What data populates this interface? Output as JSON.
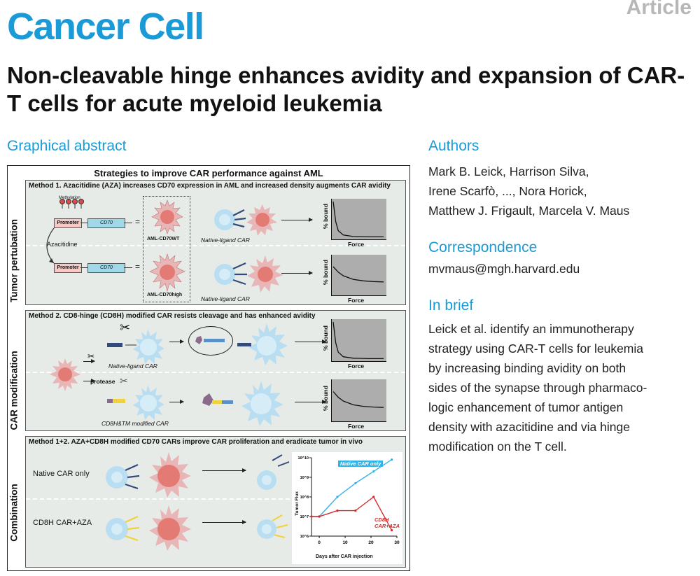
{
  "header": {
    "journal": "Cancer Cell",
    "article_type": "Article",
    "title": "Non-cleavable hinge enhances avidity and expansion of CAR-T cells for acute myeloid leukemia"
  },
  "sections": {
    "graphical_abstract": "Graphical abstract",
    "authors": "Authors",
    "authors_lines": [
      "Mark B. Leick, Harrison Silva,",
      "Irene Scarfò, ..., Nora Horick,",
      "Matthew J. Frigault, Marcela V. Maus"
    ],
    "correspondence": "Correspondence",
    "email": "mvmaus@mgh.harvard.edu",
    "in_brief": "In brief",
    "in_brief_lines": [
      "Leick et al. identify an immunotherapy",
      "strategy using CAR-T cells for leukemia",
      "by increasing binding avidity on both",
      "sides of the synapse through pharmaco-",
      "logic enhancement of tumor antigen",
      "density with azacitidine and via hinge",
      "modification on the T cell."
    ]
  },
  "abstract": {
    "title": "Strategies to improve CAR performance against AML",
    "row_labels": {
      "tumor": "Tumor pertubation",
      "car": "CAR modification",
      "combo": "Combination"
    },
    "method1": {
      "title": "Method 1. Azacitidine (AZA) increases CD70 expression in AML and increased density augments CAR avidity",
      "methylation": "Methylation",
      "promoter": "Promoter",
      "gene": "CD70",
      "drug": "Azacitidine",
      "wt_label": "AML-CD70WT",
      "high_label": "AML-CD70high",
      "car_label": "Native-ligand CAR"
    },
    "method2": {
      "title": "Method 2. CD8-hinge (CD8H) modified CAR resists cleavage and has enhanced avidity",
      "protease": "protease",
      "native_label": "Native-ligand CAR",
      "cd8h_label": "CD8H&TM modified CAR"
    },
    "method3": {
      "title": "Method 1+2. AZA+CD8H modified CD70 CARs improve CAR proliferation and eradicate tumor in vivo",
      "native_only": "Native CAR only",
      "cd8h_aza": "CD8H CAR+AZA"
    },
    "plot_labels": {
      "y": "% bound",
      "x": "Force"
    }
  },
  "chart_data": [
    {
      "type": "line",
      "title": "",
      "xlabel": "Force",
      "ylabel": "% bound",
      "series": [
        {
          "name": "",
          "x": [
            0,
            0.05,
            0.1,
            0.2,
            0.4,
            0.7,
            1.0
          ],
          "values": [
            1.0,
            0.45,
            0.2,
            0.08,
            0.04,
            0.03,
            0.03
          ]
        }
      ],
      "grid": false
    },
    {
      "type": "line",
      "title": "",
      "xlabel": "Force",
      "ylabel": "% bound",
      "series": [
        {
          "name": "",
          "x": [
            0,
            0.1,
            0.2,
            0.4,
            0.6,
            0.8,
            1.0
          ],
          "values": [
            0.75,
            0.6,
            0.5,
            0.4,
            0.36,
            0.34,
            0.33
          ]
        }
      ],
      "grid": false
    },
    {
      "type": "line",
      "title": "",
      "xlabel": "Force",
      "ylabel": "% bound",
      "series": [
        {
          "name": "",
          "x": [
            0,
            0.05,
            0.1,
            0.2,
            0.4,
            0.7,
            1.0
          ],
          "values": [
            1.0,
            0.45,
            0.2,
            0.08,
            0.04,
            0.03,
            0.03
          ]
        }
      ],
      "grid": false
    },
    {
      "type": "line",
      "title": "",
      "xlabel": "Force",
      "ylabel": "% bound",
      "series": [
        {
          "name": "",
          "x": [
            0,
            0.1,
            0.2,
            0.4,
            0.6,
            0.8,
            1.0
          ],
          "values": [
            0.75,
            0.6,
            0.5,
            0.4,
            0.36,
            0.34,
            0.33
          ]
        }
      ],
      "grid": false
    },
    {
      "type": "line",
      "title": "",
      "xlabel": "Days after CAR injection",
      "ylabel": "Tumor Flux",
      "yscale": "log",
      "xlim": [
        -3,
        30
      ],
      "ylim": [
        1000000,
        10000000000
      ],
      "xticks": [
        0,
        10,
        20,
        30
      ],
      "yticks": [
        "10^6",
        "10^7",
        "10^8",
        "10^9",
        "10^10"
      ],
      "series": [
        {
          "name": "Native CAR only",
          "color": "#34b3e6",
          "x": [
            -3,
            0,
            7,
            14,
            21,
            28
          ],
          "values": [
            10000000,
            10000000,
            100000000,
            500000000,
            2000000000,
            8000000000
          ]
        },
        {
          "name": "CD8H CAR+AZA",
          "color": "#d42a2a",
          "x": [
            -3,
            0,
            7,
            14,
            21,
            28
          ],
          "values": [
            10000000,
            10000000,
            20000000,
            20000000,
            100000000,
            2000000
          ]
        }
      ]
    }
  ]
}
